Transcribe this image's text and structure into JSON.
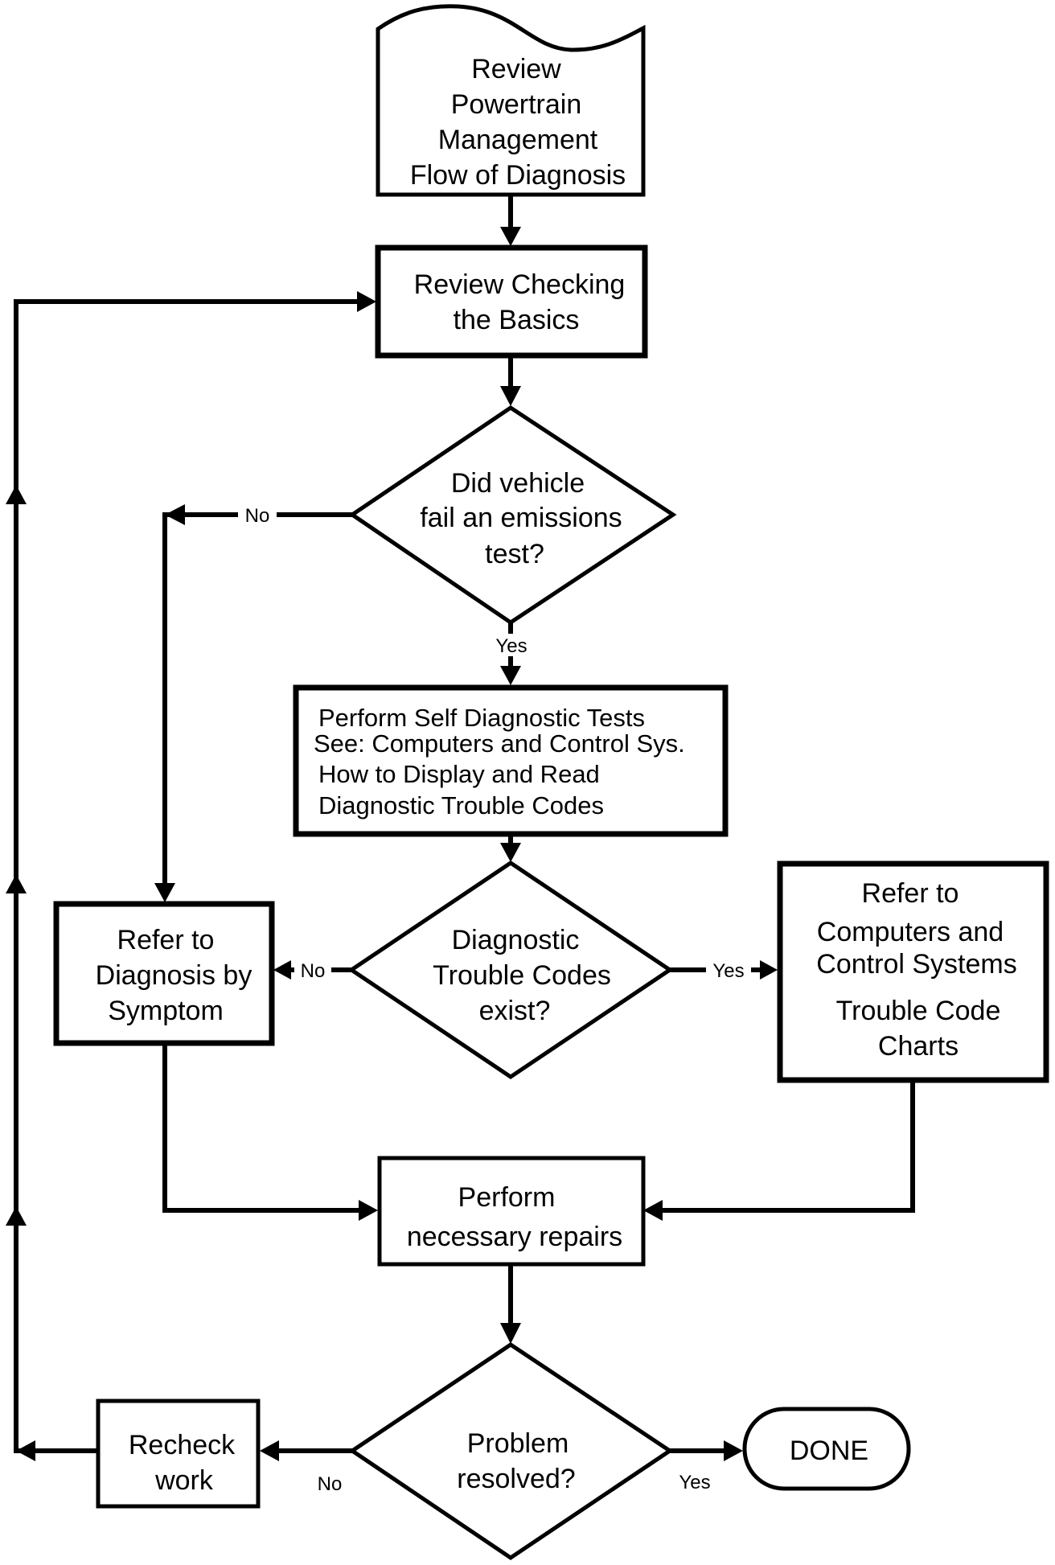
{
  "diagram": {
    "type": "flowchart",
    "nodes": {
      "start": {
        "shape": "document",
        "lines": [
          "Review",
          "Powertrain",
          "Management",
          "Flow of Diagnosis"
        ]
      },
      "basics": {
        "shape": "process",
        "lines": [
          "Review Checking",
          "the Basics"
        ]
      },
      "emissions": {
        "shape": "decision",
        "lines": [
          "Did vehicle",
          "fail an emissions",
          "test?"
        ]
      },
      "self_diag": {
        "shape": "process",
        "lines": [
          "Perform Self Diagnostic Tests",
          "See: Computers and Control Sys.",
          "How to Display and Read",
          "Diagnostic Trouble Codes"
        ]
      },
      "dtc_exist": {
        "shape": "decision",
        "lines": [
          "Diagnostic",
          "Trouble Codes",
          "exist?"
        ]
      },
      "symptom": {
        "shape": "process",
        "lines": [
          "Refer to",
          "Diagnosis by",
          "Symptom"
        ]
      },
      "code_charts": {
        "shape": "process",
        "lines": [
          "Refer to",
          "Computers and",
          "Control Systems",
          "Trouble Code",
          "Charts"
        ]
      },
      "repairs": {
        "shape": "process",
        "lines": [
          "Perform",
          "necessary repairs"
        ]
      },
      "resolved": {
        "shape": "decision",
        "lines": [
          "Problem",
          "resolved?"
        ]
      },
      "recheck": {
        "shape": "process",
        "lines": [
          "Recheck",
          "work"
        ]
      },
      "done": {
        "shape": "terminator",
        "lines": [
          "DONE"
        ]
      }
    },
    "edges": [
      {
        "from": "start",
        "to": "basics",
        "label": ""
      },
      {
        "from": "basics",
        "to": "emissions",
        "label": ""
      },
      {
        "from": "emissions",
        "to": "self_diag",
        "label": "Yes"
      },
      {
        "from": "emissions",
        "to": "symptom",
        "label": "No"
      },
      {
        "from": "self_diag",
        "to": "dtc_exist",
        "label": ""
      },
      {
        "from": "dtc_exist",
        "to": "symptom",
        "label": "No"
      },
      {
        "from": "dtc_exist",
        "to": "code_charts",
        "label": "Yes"
      },
      {
        "from": "symptom",
        "to": "repairs",
        "label": ""
      },
      {
        "from": "code_charts",
        "to": "repairs",
        "label": ""
      },
      {
        "from": "repairs",
        "to": "resolved",
        "label": ""
      },
      {
        "from": "resolved",
        "to": "recheck",
        "label": "No"
      },
      {
        "from": "resolved",
        "to": "done",
        "label": "Yes"
      },
      {
        "from": "recheck",
        "to": "basics",
        "label": ""
      }
    ],
    "labels": {
      "emissions_no": "No",
      "emissions_yes": "Yes",
      "dtc_no": "No",
      "dtc_yes": "Yes",
      "resolved_no": "No",
      "resolved_yes": "Yes"
    },
    "colors": {
      "stroke": "#000000",
      "background": "#ffffff"
    }
  }
}
